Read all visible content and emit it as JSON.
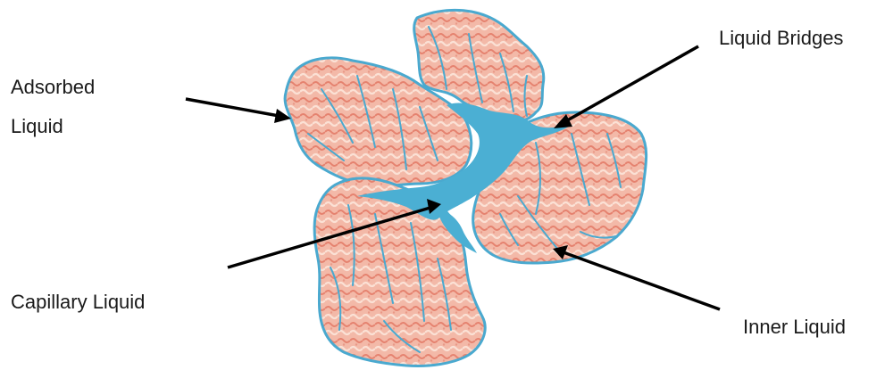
{
  "labels": {
    "adsorbed_line1": "Adsorbed",
    "adsorbed_line2": "Liquid",
    "liquid_bridges": "Liquid Bridges",
    "capillary_liquid": "Capillary Liquid",
    "inner_liquid": "Inner Liquid"
  },
  "colors": {
    "particle_fill": "#f2b7a6",
    "particle_stripe": "#e88a78",
    "particle_highlight": "#fbe3d8",
    "liquid": "#4bafd3",
    "arrow": "#000000"
  }
}
